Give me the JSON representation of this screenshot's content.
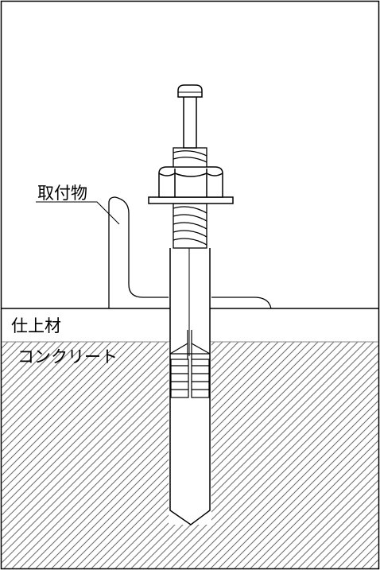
{
  "labels": {
    "fixture": "取付物",
    "finish_layer": "仕上材",
    "concrete": "コンクリート"
  },
  "colors": {
    "line": "#000000",
    "hatch": "#555555",
    "background": "#ffffff"
  }
}
